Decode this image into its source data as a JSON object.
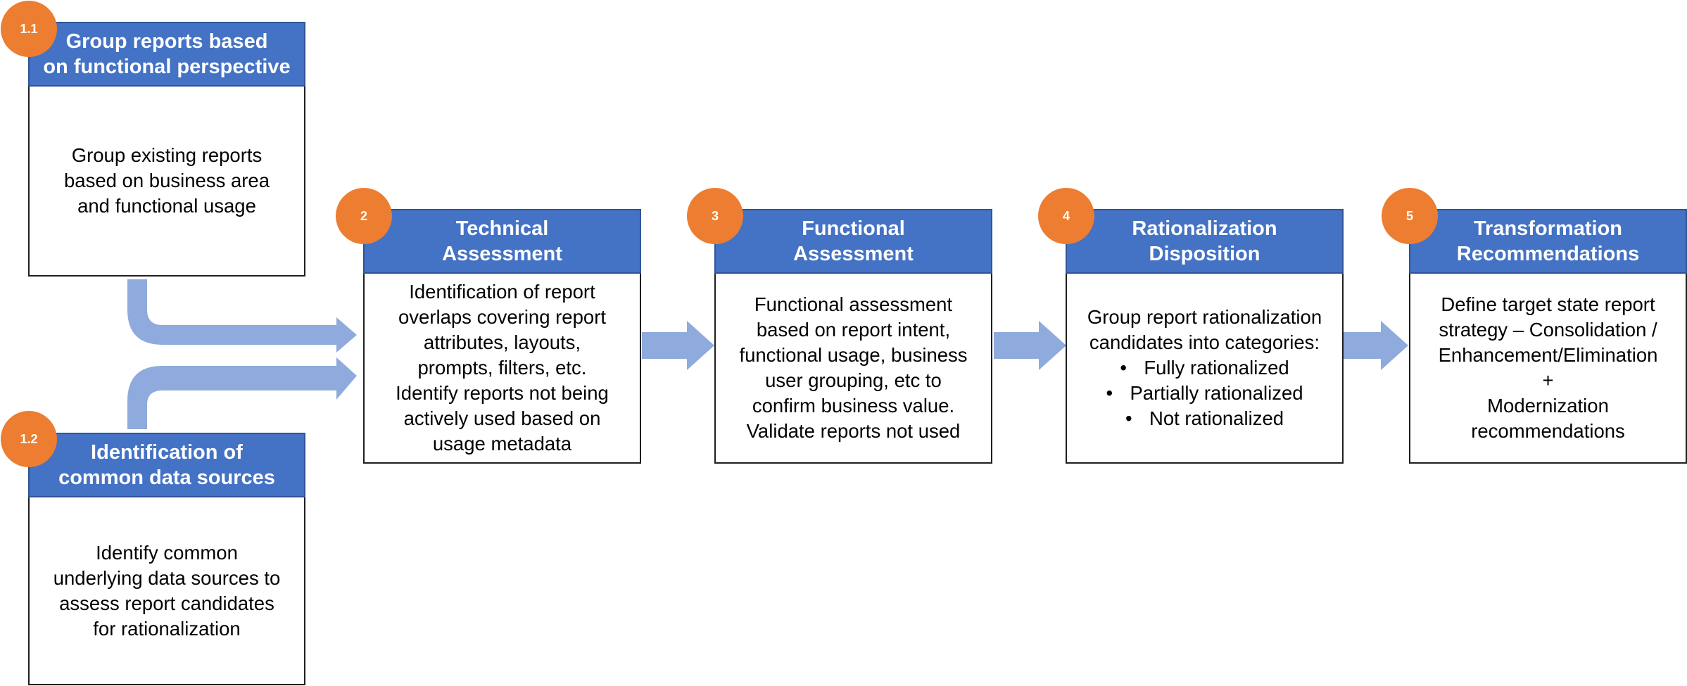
{
  "steps": {
    "s11": {
      "badge": "1.1",
      "title": "Group reports based\non functional perspective",
      "body": "Group existing reports\nbased on business area\nand functional usage"
    },
    "s12": {
      "badge": "1.2",
      "title": "Identification of\ncommon data sources",
      "body": "Identify common\nunderlying data sources to\nassess report candidates\nfor rationalization"
    },
    "s2": {
      "badge": "2",
      "title": "Technical\nAssessment",
      "body": "Identification of report\noverlaps covering report\nattributes, layouts,\nprompts, filters, etc.\nIdentify reports not being\nactively used based on\nusage metadata"
    },
    "s3": {
      "badge": "3",
      "title": "Functional\nAssessment",
      "body": "Functional assessment\nbased on report intent,\nfunctional usage, business\nuser grouping, etc to\nconfirm business value.\nValidate reports not used"
    },
    "s4": {
      "badge": "4",
      "title": "Rationalization\nDisposition",
      "intro": "Group report rationalization\ncandidates into categories:",
      "bullet": "•",
      "items": [
        "Fully rationalized",
        "Partially rationalized",
        "Not rationalized"
      ]
    },
    "s5": {
      "badge": "5",
      "title": "Transformation\nRecommendations",
      "body": "Define target state report\nstrategy – Consolidation /\nEnhancement/Elimination\n+\nModernization\nrecommendations"
    }
  },
  "colors": {
    "header": "#4472c4",
    "badge": "#ed7d31",
    "arrow": "#8faadc"
  }
}
